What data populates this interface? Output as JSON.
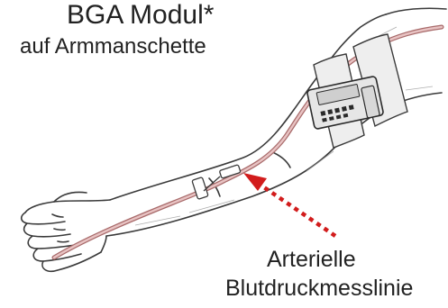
{
  "module_label": {
    "line1": "BGA Modul*",
    "line2": "auf Armmanschette"
  },
  "line_label": {
    "line1": "Arterielle",
    "line2": "Blutdruckmesslinie"
  },
  "colors": {
    "outline": "#3a3a3a",
    "tubing": "#c98f8f",
    "tubing_dark": "#a86a6a",
    "arrow": "#d21c1c",
    "skin": "#ffffff"
  },
  "icons": {
    "module": "bga-module-device",
    "cuff": "arm-cuff",
    "arrow": "dotted-arrow"
  }
}
